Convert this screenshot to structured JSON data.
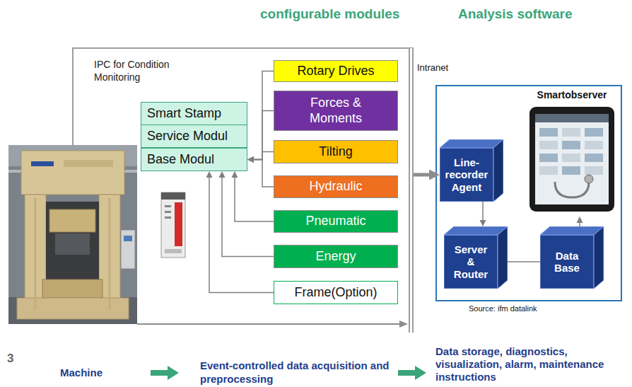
{
  "diagram": {
    "nodes": [
      {
        "text": [
          "IPC for Condition Monitoring"
        ]
      },
      {
        "text": [
          "Smart Stamp"
        ],
        "in": 0
      },
      {
        "text": [
          "Service Modul"
        ],
        "in": 0
      },
      {
        "text": [
          "Base Modul"
        ],
        "in": 0
      },
      {
        "text": [
          "Rotary Drives"
        ],
        "in": 0
      },
      {
        "text": [
          "Forces & Moments"
        ],
        "in": 0
      },
      {
        "text": [
          "Tilting"
        ],
        "in": 0
      },
      {
        "text": [
          "Hydraulic"
        ],
        "in": 0
      },
      {
        "text": [
          "Pneumatic"
        ],
        "in": 0
      },
      {
        "text": [
          "Energy"
        ],
        "in": 0
      },
      {
        "text": [
          "Frame(Option)"
        ],
        "in": 0
      },
      {
        "text": [
          "Smartobserver"
        ]
      },
      {
        "text": [
          "Line-recorder Agent"
        ]
      },
      {
        "text": [
          "Server & Router"
        ]
      },
      {
        "text": [
          "Data Base"
        ]
      }
    ],
    "edges": [
      {
        "from": 4,
        "to": 3,
        "arrow": "to"
      },
      {
        "from": 5,
        "to": 3,
        "arrow": "to"
      },
      {
        "from": 6,
        "to": 3,
        "arrow": "to"
      },
      {
        "from": 7,
        "to": 3,
        "arrow": "to"
      },
      {
        "from": 8,
        "to": 3,
        "arrow": "to"
      },
      {
        "from": 9,
        "to": 3,
        "arrow": "to"
      },
      {
        "from": 10,
        "to": 3,
        "arrow": "to"
      },
      {
        "from": 0,
        "to": 12,
        "arrow": "to"
      },
      {
        "from": 12,
        "to": 13,
        "arrow": "to"
      },
      {
        "from": 13,
        "to": 14,
        "arrow": "none"
      },
      {
        "from": 14,
        "to": 11,
        "arrow": "to"
      }
    ],
    "labels": [
      "configurable modules",
      "Analysis software",
      "Intranet",
      "Source: ifm datalink",
      "3",
      "Machine",
      "Event-controlled data acquisition and preprocessing",
      "Data storage, diagnostics, visualization, alarm, maintenance instructions"
    ]
  }
}
